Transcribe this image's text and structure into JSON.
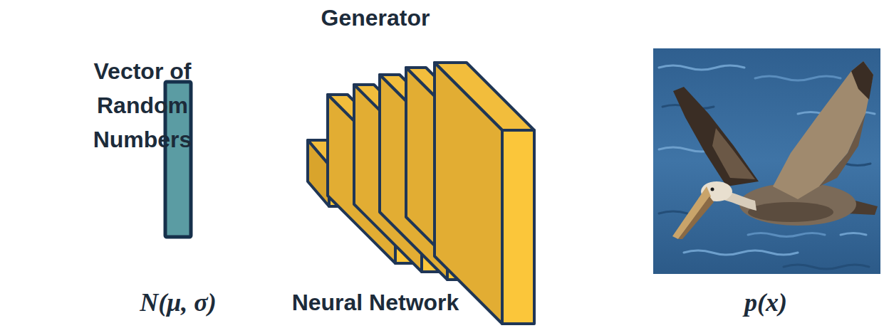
{
  "diagram": {
    "nodes": [
      {
        "text": [
          "Vector of Random Numbers",
          "N(μ, σ)"
        ]
      },
      {
        "text": [
          "Generator",
          "Neural Network"
        ]
      },
      {
        "text": [
          "p(x)"
        ]
      }
    ]
  }
}
